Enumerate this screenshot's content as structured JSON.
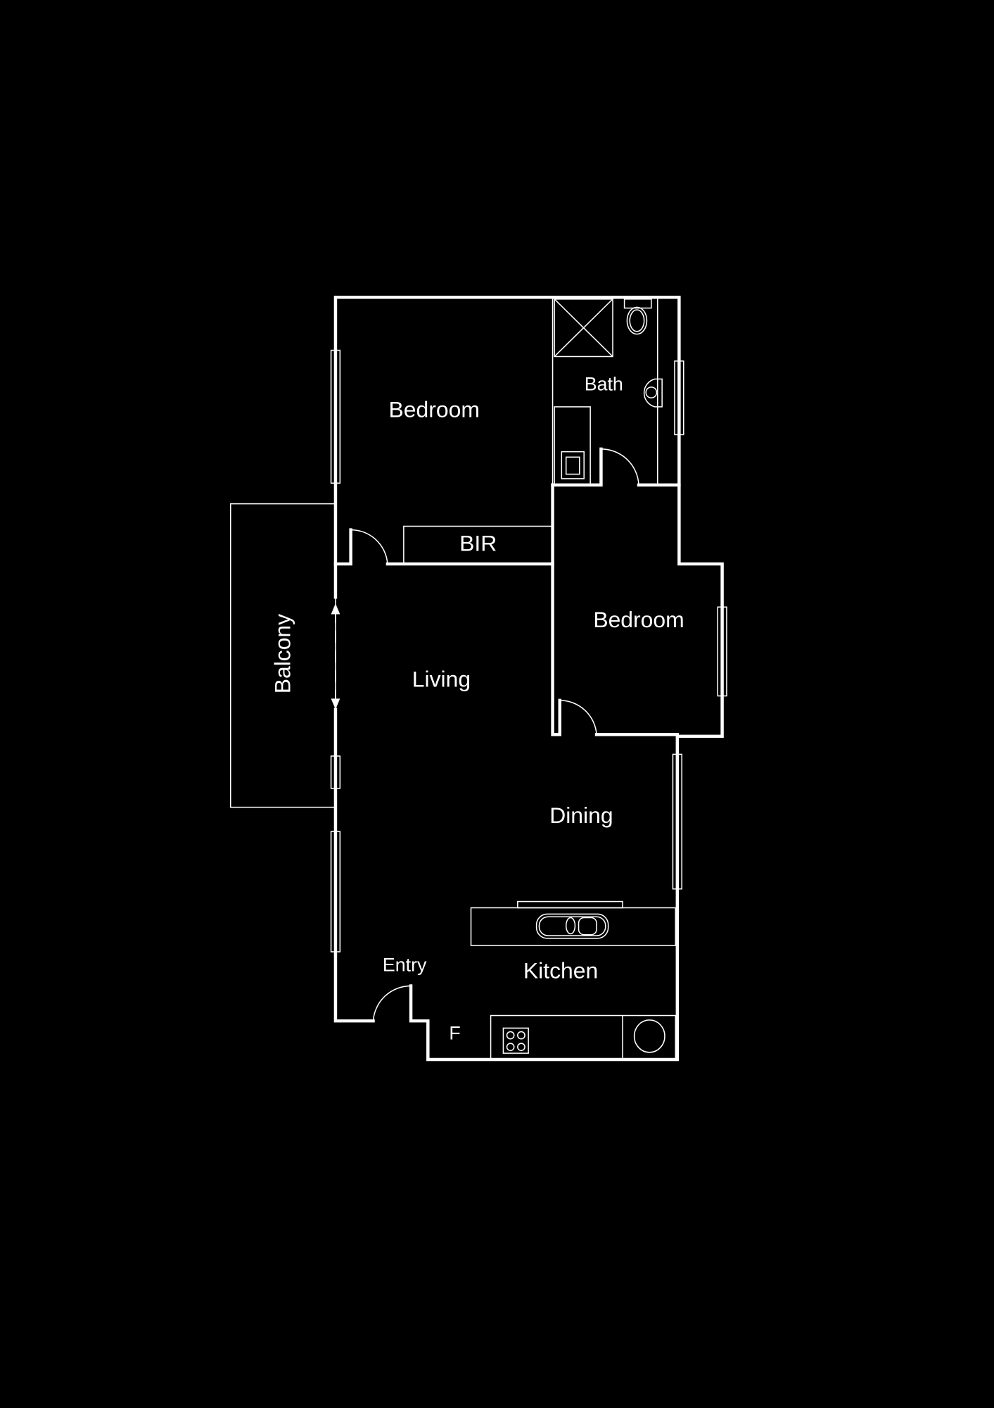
{
  "plan": {
    "rooms": {
      "bedroom_1": "Bedroom",
      "bath": "Bath",
      "bir": "BIR",
      "bedroom_2": "Bedroom",
      "living": "Living",
      "balcony": "Balcony",
      "dining": "Dining",
      "entry": "Entry",
      "kitchen": "Kitchen",
      "fridge": "F"
    },
    "colors": {
      "background": "#000000",
      "lines": "#ffffff"
    }
  }
}
